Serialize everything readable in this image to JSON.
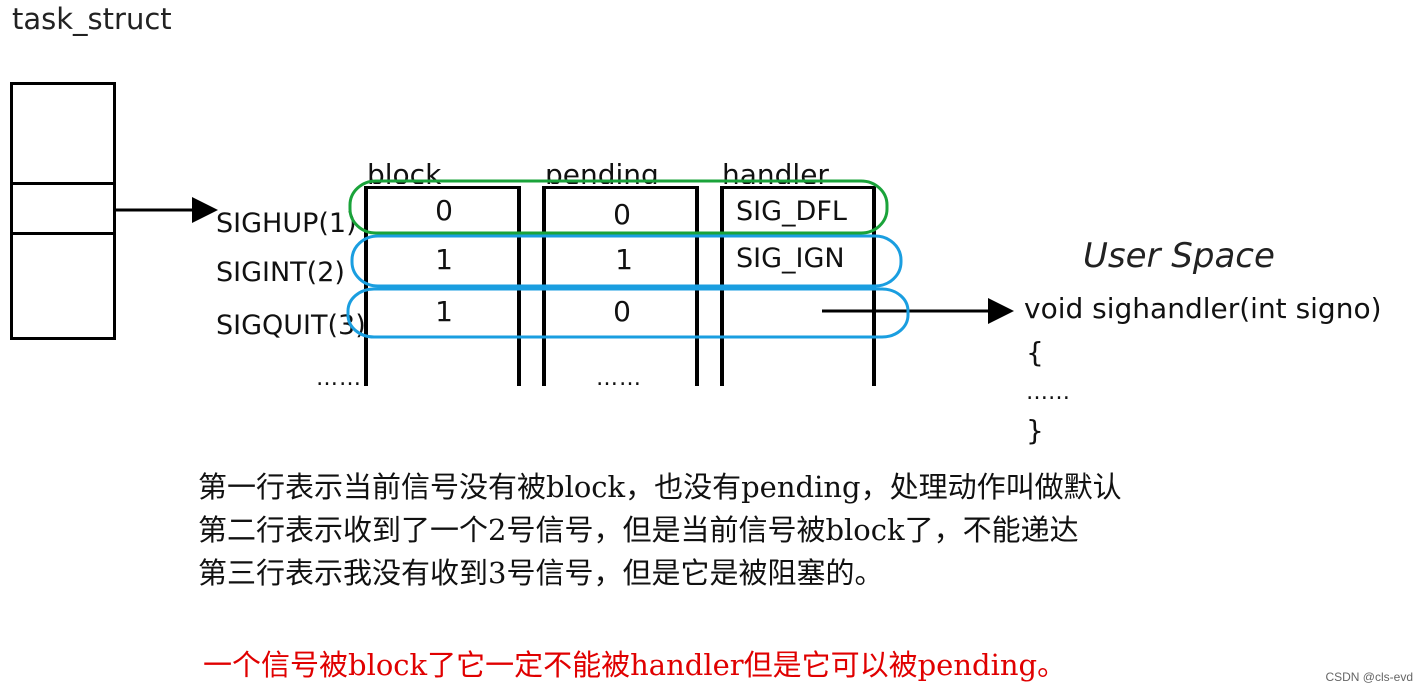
{
  "task_struct": {
    "label": "task_struct"
  },
  "table": {
    "headers": {
      "block": "block",
      "pending": "pending",
      "handler": "handler"
    },
    "rows": [
      {
        "signal": "SIGHUP(1)",
        "block": "0",
        "pending": "0",
        "handler": "SIG_DFL"
      },
      {
        "signal": "SIGINT(2)",
        "block": "1",
        "pending": "1",
        "handler": "SIG_IGN"
      },
      {
        "signal": "SIGQUIT(3)",
        "block": "1",
        "pending": "0",
        "handler": ""
      }
    ],
    "ellipsis": "……",
    "highlight_colors": {
      "row1": "#1aa33a",
      "row2": "#1a9ee0",
      "row3": "#1a9ee0"
    }
  },
  "user_space": {
    "title": "User Space",
    "code": [
      "void sighandler(int signo)",
      "{",
      "……",
      "}"
    ]
  },
  "notes": [
    "第一行表示当前信号没有被block，也没有pending，处理动作叫做默认",
    "第二行表示收到了一个2号信号，但是当前信号被block了，不能递达",
    "第三行表示我没有收到3号信号，但是它是被阻塞的。"
  ],
  "conclusion": "一个信号被block了它一定不能被handler但是它可以被pending。",
  "conclusion_color": "#e00000",
  "watermark": "CSDN @cls-evd"
}
